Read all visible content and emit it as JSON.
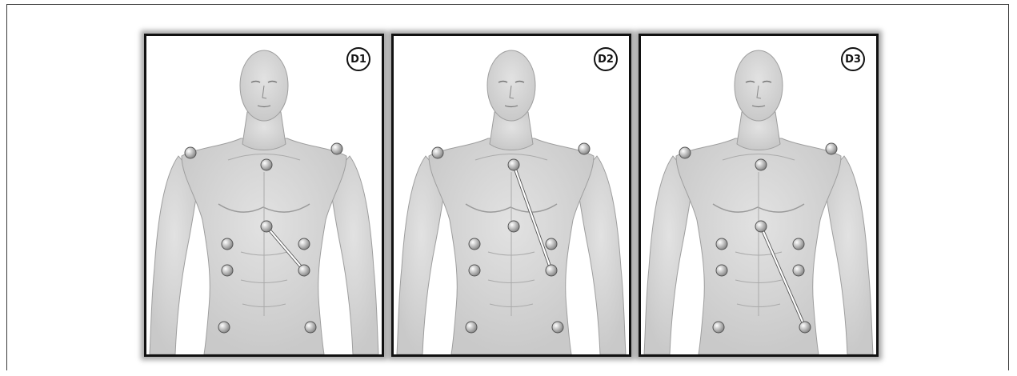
{
  "panels": [
    {
      "label": "D1",
      "lead_from": "sternum-lower",
      "lead_to": "left-lower-chest"
    },
    {
      "label": "D2",
      "lead_from": "sternum-upper",
      "lead_to": "left-lower-chest"
    },
    {
      "label": "D3",
      "lead_from": "sternum-lower",
      "lead_to": "left-hip"
    }
  ],
  "colors": {
    "skin": "#c9c9c9",
    "skin_dark": "#9e9e9e",
    "frame": "#111111",
    "lead": "#ffffff"
  }
}
